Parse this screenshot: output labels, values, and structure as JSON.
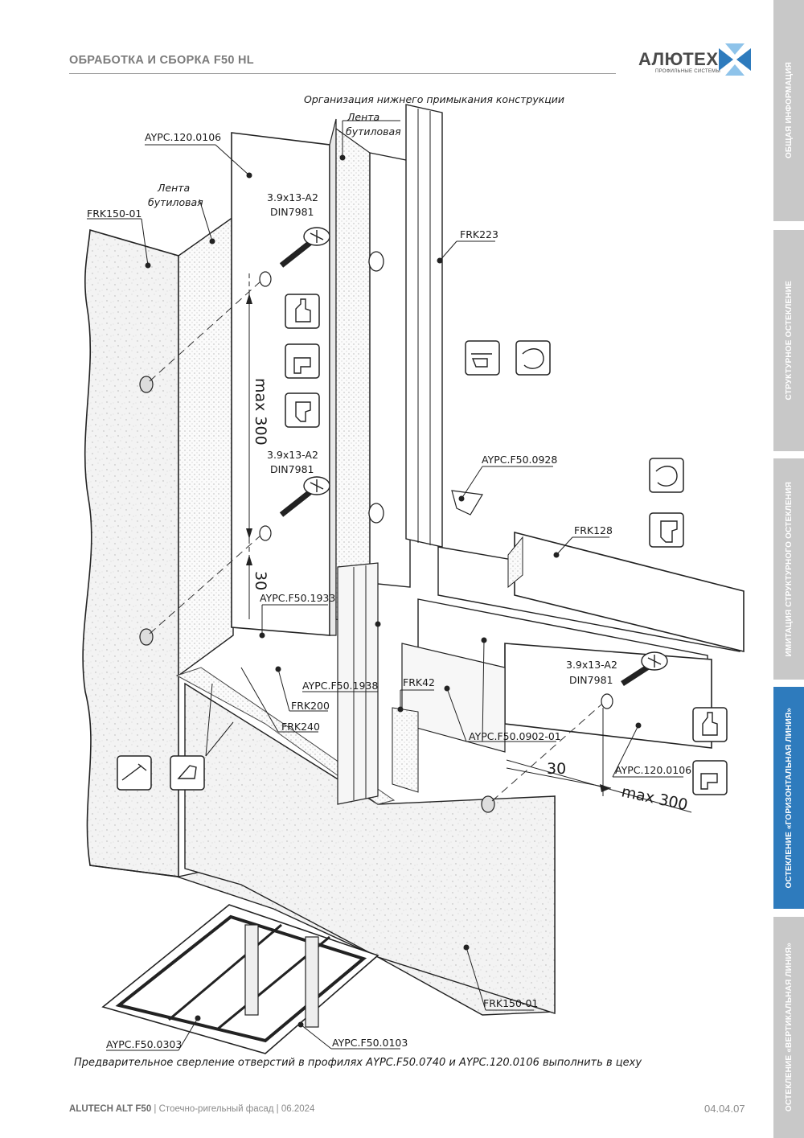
{
  "header": {
    "title": "ОБРАБОТКА И СБОРКА F50 HL"
  },
  "logo": {
    "word": "АЛЮТЕХ",
    "subtitle": "ПРОФИЛЬНЫЕ СИСТЕМЫ",
    "mark_color": "#2e7bbd"
  },
  "sidebar": {
    "active_color": "#2e7bbd",
    "inactive_color": "#c8c8c8",
    "tabs": [
      {
        "label": "ОБЩАЯ ИНФОРМАЦИЯ",
        "active": false
      },
      {
        "label": "СТРУКТУРНОЕ ОСТЕКЛЕНИЕ",
        "active": false
      },
      {
        "label": "ИМИТАЦИЯ СТРУКТУРНОГО ОСТЕКЛЕНИЯ",
        "active": false
      },
      {
        "label": "ОСТЕКЛЕНИЕ «ГОРИЗОНТАЛЬНАЯ ЛИНИЯ»",
        "active": true
      },
      {
        "label": "ОСТЕКЛЕНИЕ «ВЕРТИКАЛЬНАЯ ЛИНИЯ»",
        "active": false
      }
    ]
  },
  "drawing": {
    "caption": "Организация нижнего примыкания конструкции",
    "labels": {
      "tape_line1": "Лента",
      "tape_line2": "бутиловая",
      "aypc_120_0106": "AYPC.120.0106",
      "frk150": "FRK150-01",
      "screw_size": "3.9x13-A2",
      "screw_std": "DIN7981",
      "frk223": "FRK223",
      "aypc_f50_0928": "AYPC.F50.0928",
      "frk128": "FRK128",
      "aypc_f50_1933": "AYPC.F50.1933",
      "aypc_f50_1938": "AYPC.F50.1938",
      "frk42": "FRK42",
      "frk200": "FRK200",
      "frk240": "FRK240",
      "aypc_f50_0902": "AYPC.F50.0902-01",
      "aypc_f50_0303": "AYPC.F50.0303",
      "aypc_f50_0103": "AYPC.F50.0103"
    },
    "dimensions": {
      "max_300": "max 300",
      "d30": "30"
    }
  },
  "note": "Предварительное сверление отверстий в профилях AYPC.F50.0740 и AYPC.120.0106 выполнить в цеху",
  "footer": {
    "brand": "ALUTECH ALT F50",
    "sep1": " | ",
    "text": "Стоечно-ригельный фасад",
    "sep2": " | ",
    "date": "06.2024",
    "page": "04.04.07"
  }
}
